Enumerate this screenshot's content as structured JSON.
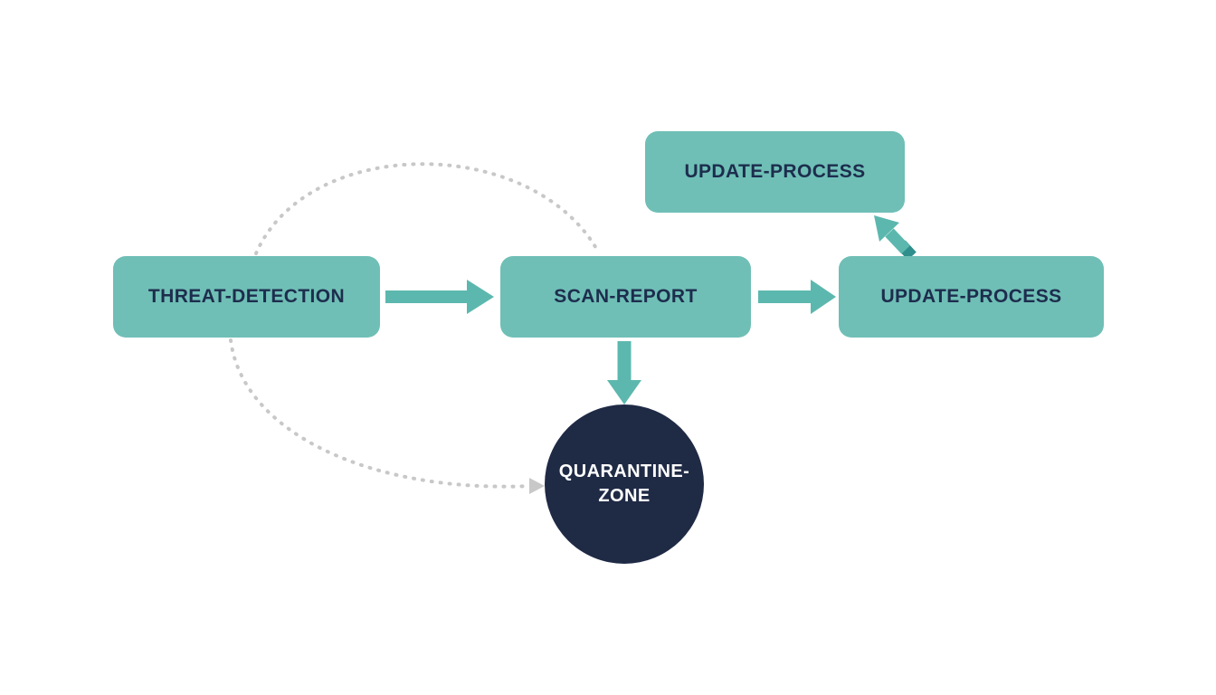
{
  "diagram": {
    "title": "",
    "background_color": "#ffffff",
    "node_fill_color": "#6fbfb6",
    "node_text_color": "#1d2d4d",
    "circle_fill_color": "#1f2a45",
    "circle_text_color": "#ffffff",
    "arrow_color": "#5cb8ae",
    "arrow_accent_color": "#2f8f8c",
    "dotted_line_color": "#c8c8c8",
    "nodes": {
      "threat_detection": {
        "label": "THREAT-DETECTION",
        "shape": "rounded-rect"
      },
      "scan_report": {
        "label": "SCAN-REPORT",
        "shape": "rounded-rect"
      },
      "update_process_right": {
        "label": "UPDATE-PROCESS",
        "shape": "rounded-rect"
      },
      "update_process_top": {
        "label": "UPDATE-PROCESS",
        "shape": "rounded-rect"
      },
      "quarantine_zone": {
        "label": "QUARANTINE-ZONE",
        "lines": [
          "QUARANTINE-",
          "ZONE"
        ],
        "shape": "circle"
      }
    },
    "edges": [
      {
        "from": "threat_detection",
        "to": "scan_report",
        "style": "solid-arrow"
      },
      {
        "from": "scan_report",
        "to": "update_process_right",
        "style": "solid-arrow"
      },
      {
        "from": "scan_report",
        "to": "quarantine_zone",
        "style": "solid-arrow"
      },
      {
        "from": "update_process_right",
        "to": "update_process_top",
        "style": "solid-arrow"
      },
      {
        "from": "threat_detection",
        "to": "scan_report",
        "style": "dotted-curve"
      },
      {
        "from": "threat_detection",
        "to": "quarantine_zone",
        "style": "dotted-curve-arrow"
      }
    ]
  }
}
